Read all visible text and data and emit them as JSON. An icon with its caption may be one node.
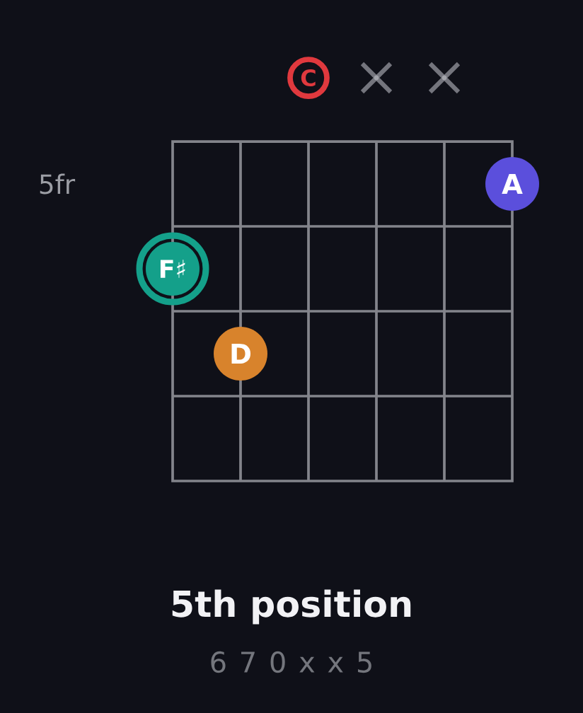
{
  "diagram": {
    "title": "5th position",
    "caption": "6 7 0 x x 5",
    "nodes": [
      {
        "text": [
          "C"
        ]
      },
      {
        "text": [
          "A"
        ]
      },
      {
        "text": [
          "F♯"
        ]
      },
      {
        "text": [
          "D"
        ]
      }
    ],
    "labels": [
      "5fr"
    ]
  }
}
